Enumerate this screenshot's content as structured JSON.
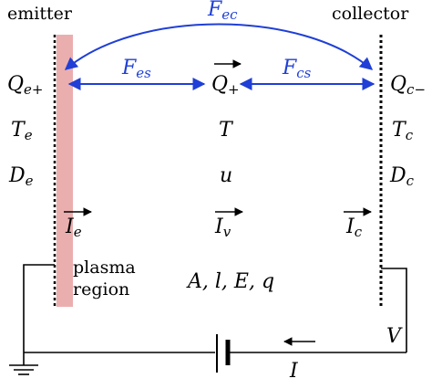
{
  "labels": {
    "emitter": "emitter",
    "collector": "collector",
    "plasma": "plasma",
    "region": "region",
    "params": "A, l, E, q"
  },
  "forces": {
    "fec": {
      "base": "F",
      "sub": "ec"
    },
    "fes": {
      "base": "F",
      "sub": "es"
    },
    "fcs": {
      "base": "F",
      "sub": "cs"
    }
  },
  "emitter_vars": {
    "charge": {
      "base": "Q",
      "sub": "e+"
    },
    "temp": {
      "base": "T",
      "sub": "e"
    },
    "dens": {
      "base": "D",
      "sub": "e"
    },
    "current": {
      "base": "I",
      "sub": "e"
    }
  },
  "plasma_vars": {
    "charge": {
      "base": "Q",
      "sub": "+"
    },
    "temp": "T",
    "vel": "u",
    "current": {
      "base": "I",
      "sub": "v"
    }
  },
  "collector_vars": {
    "charge": {
      "base": "Q",
      "sub": "c−"
    },
    "temp": {
      "base": "T",
      "sub": "c"
    },
    "dens": {
      "base": "D",
      "sub": "c"
    },
    "current": {
      "base": "I",
      "sub": "c"
    }
  },
  "circuit": {
    "voltage": "V",
    "current": "I"
  },
  "colors": {
    "force_arrow": "#1f3fd6",
    "emitter_plasma_band": "#e8a0a0",
    "wire": "#000000"
  }
}
